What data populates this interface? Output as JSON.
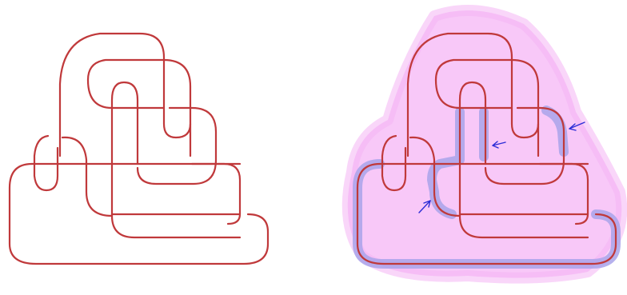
{
  "figure": {
    "panels": [
      {
        "name": "plain-knot-diagram"
      },
      {
        "name": "highlighted-knot-diagram"
      }
    ]
  },
  "colors": {
    "knot_strand": "#c0393b",
    "highlight_region": "#f8c8f8",
    "highlight_region_edge": "#f4b4f4",
    "highlighted_strand_band": "#a9a3ea",
    "arrow": "#2b2bd6"
  },
  "annotations": {
    "arrow_count": 3,
    "arrow_icon": "arrow-icon"
  }
}
